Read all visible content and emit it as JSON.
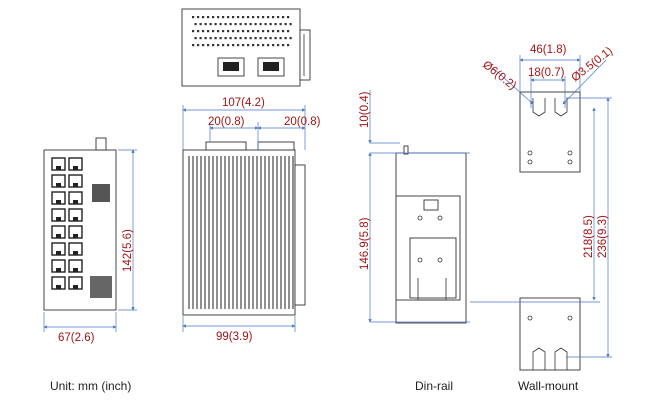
{
  "dimensions": {
    "front_width": "67(2.6)",
    "front_height": "142(5.6)",
    "side_depth_top": "107(4.2)",
    "side_offset_left": "20(0.8)",
    "side_offset_right": "20(0.8)",
    "side_depth_bottom": "99(3.9)",
    "din_top": "10(0.4)",
    "din_height": "146.9(5.8)",
    "wall_width": "46(1.8)",
    "wall_inner": "18(0.7)",
    "hole_left": "Ø6(0.2)",
    "hole_right": "Ø3.5(0.1)",
    "wall_hole_span": "218(8.5)",
    "wall_height": "236(9.3)"
  },
  "captions": {
    "unit": "Unit: mm (inch)",
    "din_rail": "Din-rail",
    "wall_mount": "Wall-mount"
  }
}
